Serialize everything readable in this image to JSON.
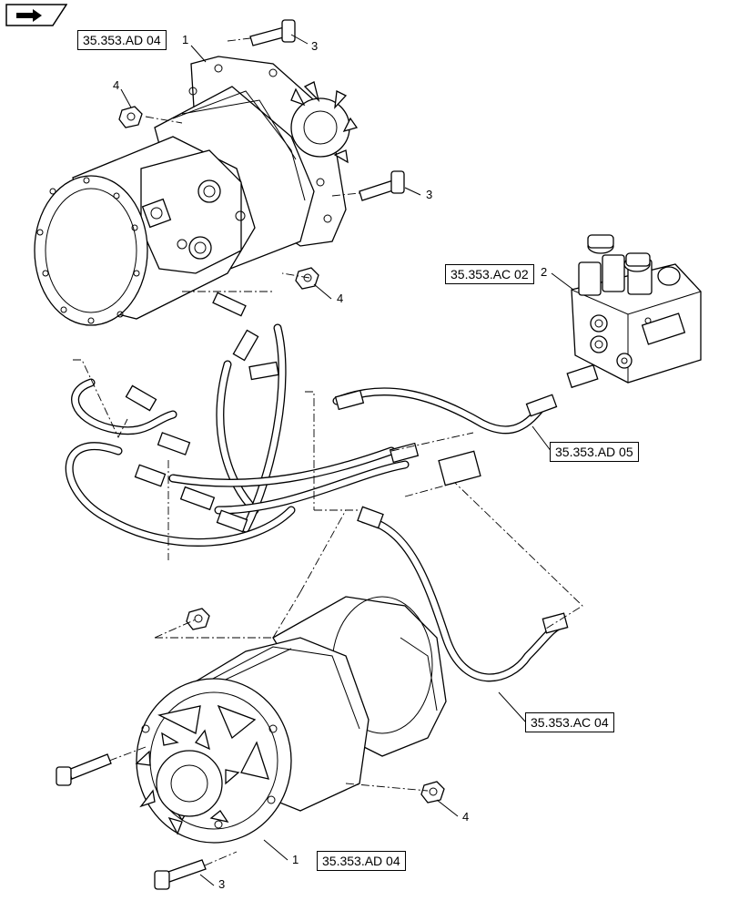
{
  "nav": {
    "icon": "arrow-next-icon"
  },
  "refs": {
    "top_motor": "35.353.AD 04",
    "valve": "35.353.AC 02",
    "hose_upper": "35.353.AD 05",
    "hose_lower": "35.353.AC 04",
    "bottom_motor": "35.353.AD 04"
  },
  "callouts": {
    "c1_top": "1",
    "c3_top_a": "3",
    "c4_top_a": "4",
    "c3_top_b": "3",
    "c4_top_b": "4",
    "c2": "2",
    "c4_bottom": "4",
    "c1_bottom": "1",
    "c3_bottom": "3"
  },
  "colors": {
    "line": "#000000",
    "background": "#ffffff"
  }
}
